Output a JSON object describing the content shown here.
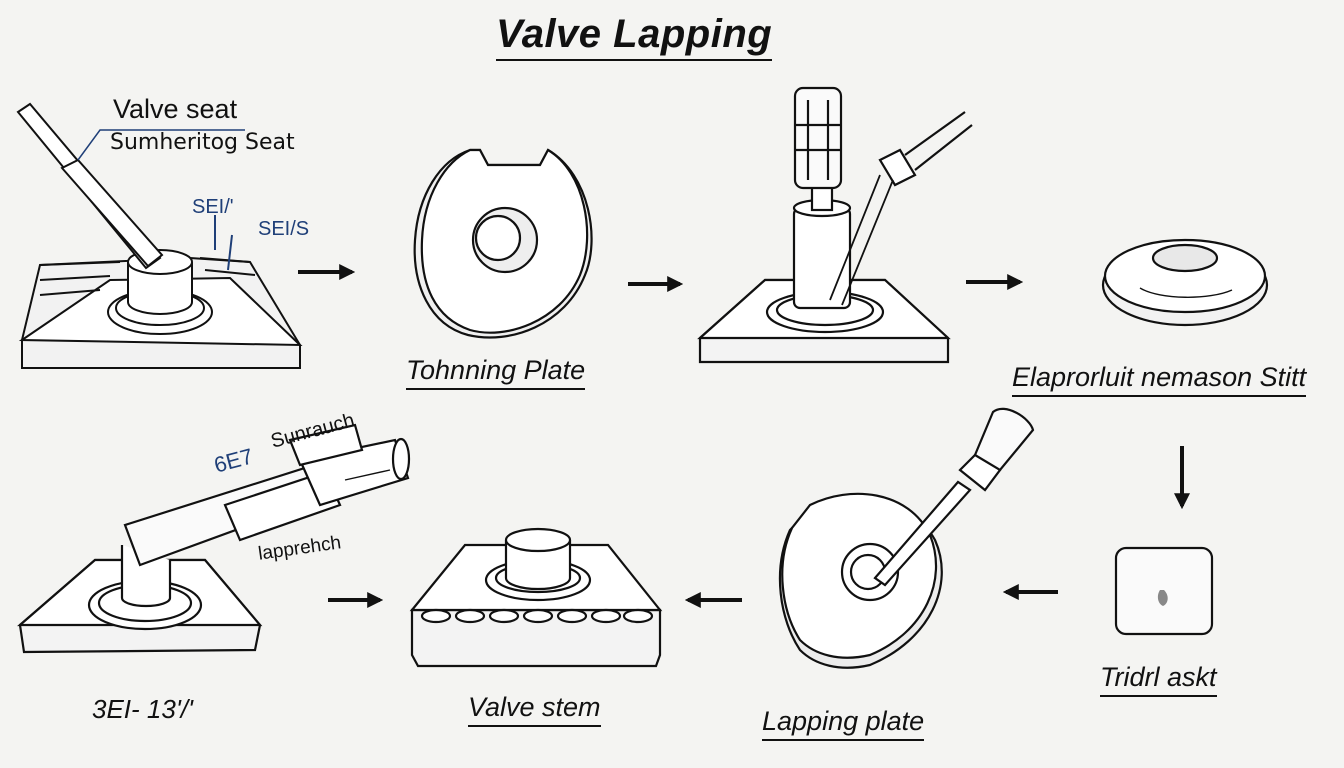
{
  "title": "Valve Lapping",
  "labels": {
    "valve_seat": "Valve seat",
    "sub_seat": "Sumheritog Seat",
    "sel_a": "SEI/'",
    "sel_b": "SEI/S",
    "plate_caption": "Tohnning Plate",
    "right_caption": "Elaprorluit nemason Stitt",
    "gel_label": "6E7",
    "sunrauch": "Sunrauch",
    "lapprehch": "lapprehch",
    "bottom_left": "3EI- 13'/'",
    "valve_stem": "Valve stem",
    "lapping_plate": "Lapping plate",
    "tridrl": "Tridrl askt"
  },
  "colors": {
    "line": "#111111",
    "fill": "#ffffff",
    "shade": "#e6e6e6",
    "accent": "#1f3f78"
  },
  "icons": [
    "arrow-right-icon",
    "arrow-down-icon",
    "arrow-left-icon"
  ]
}
